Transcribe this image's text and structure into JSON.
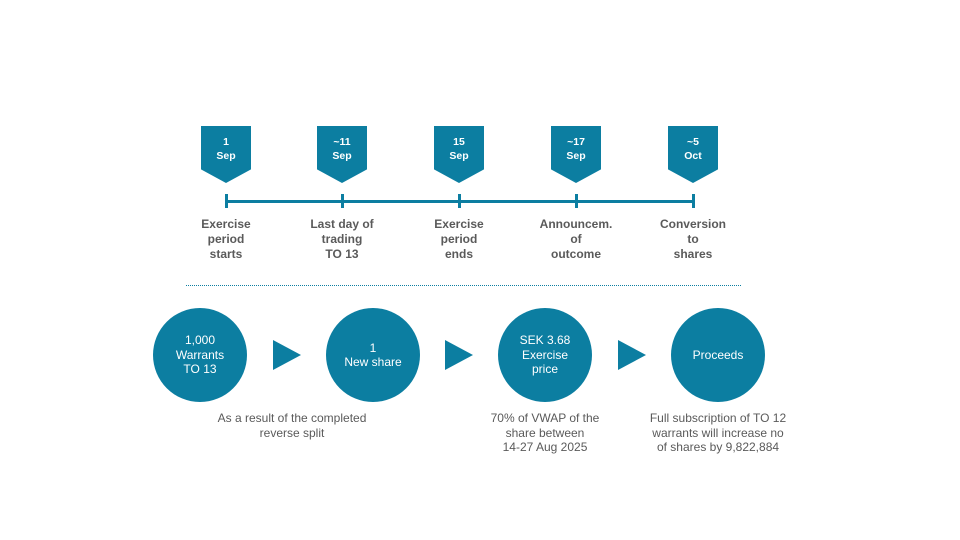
{
  "colors": {
    "accent": "#0c7ea1",
    "text": "#5a5a5a"
  },
  "timeline": [
    {
      "date": [
        "1",
        "Sep"
      ],
      "event": [
        "Exercise",
        "period",
        "starts"
      ]
    },
    {
      "date": [
        "~11",
        "Sep"
      ],
      "event": [
        "Last day of",
        "trading",
        "TO 13"
      ]
    },
    {
      "date": [
        "15",
        "Sep"
      ],
      "event": [
        "Exercise",
        "period",
        "ends"
      ]
    },
    {
      "date": [
        "~17",
        "Sep"
      ],
      "event": [
        "Announcem.",
        "of",
        "outcome"
      ]
    },
    {
      "date": [
        "~5",
        "Oct"
      ],
      "event": [
        "Conversion",
        "to",
        "shares"
      ]
    }
  ],
  "process": [
    {
      "label": [
        "1,000",
        "Warrants",
        "TO 13"
      ]
    },
    {
      "label": [
        "1",
        "New share"
      ]
    },
    {
      "label": [
        "SEK 3.68",
        "Exercise",
        "price"
      ]
    },
    {
      "label": [
        "Proceeds"
      ]
    }
  ],
  "notes": [
    {
      "lines": [
        "As a result of the completed",
        "reverse split"
      ]
    },
    {
      "lines": [
        "70% of VWAP of the",
        "share between",
        "14-27 Aug 2025"
      ]
    },
    {
      "lines": [
        "Full subscription of TO 12",
        "warrants will increase no",
        "of shares by 9,822,884"
      ]
    }
  ]
}
